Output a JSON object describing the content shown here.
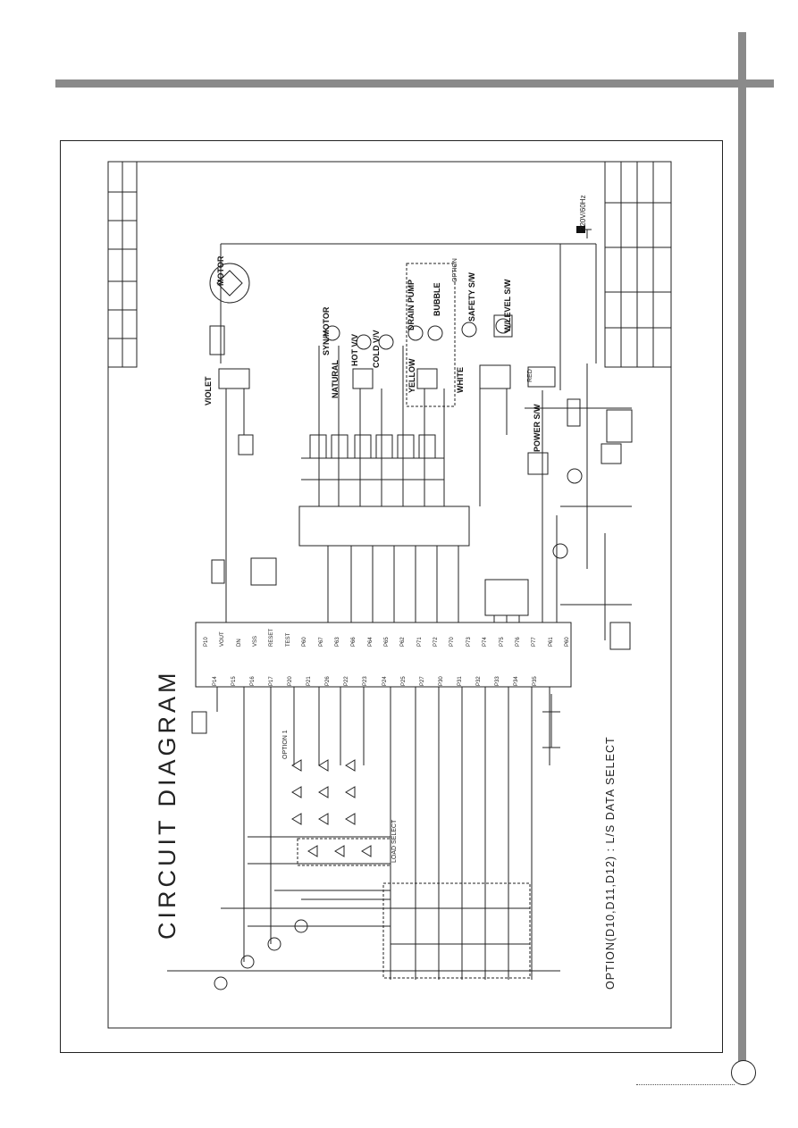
{
  "page": {
    "title": "CIRCUIT DIAGRAM",
    "option_note": "OPTION(D10,D11,D12)  : L/S DATA SELECT"
  },
  "labels": {
    "motor": "MOTOR",
    "violet": "VIOLET",
    "natural": "NATURAL",
    "syn_motor": "SYN/MOTOR",
    "hot_vv": "HOT V/V",
    "cold_vv": "COLD V/V",
    "drain_pump": "DRAIN PUMP",
    "bubble": "BUBBLE",
    "option": "OPTION",
    "yellow": "YELLOW",
    "white": "WHITE",
    "safety_sw": "SAFETY S/W",
    "wlevel_sw": "W/LEVEL S/W",
    "power_sw": "POWER S/W",
    "red": "RED",
    "supply": "220V/60Hz",
    "load_select": "LOAD SELECT",
    "option_1": "OPTION 1"
  },
  "mcu_pins_top": [
    "P10",
    "VOUT",
    "DN",
    "VSS",
    "RESET",
    "TEST",
    "P60",
    "P67",
    "P63",
    "P66",
    "P64",
    "P65",
    "P62",
    "P71",
    "P72",
    "P70",
    "P73",
    "P74",
    "P75",
    "P76",
    "P77",
    "P61",
    "P60"
  ],
  "mcu_pins_bottom": [
    "P14",
    "P15",
    "P16",
    "P17",
    "P20",
    "P21",
    "P26",
    "P22",
    "P23",
    "P24",
    "P25",
    "P27",
    "P30",
    "P31",
    "P32",
    "P33",
    "P34",
    "P35"
  ]
}
